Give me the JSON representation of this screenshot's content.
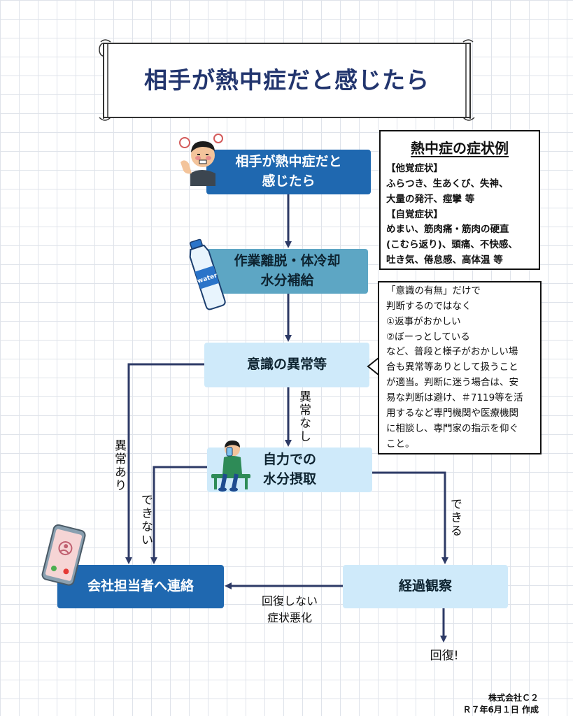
{
  "title": "相手が熱中症だと感じたら",
  "nodes": {
    "start": "相手が熱中症だと\n感じたら",
    "cooling": "作業離脱・体冷却\n水分補給",
    "consciousness": "意識の異常等",
    "self_hydration": "自力での\n水分摂取",
    "contact": "会社担当者へ連絡",
    "observe": "経過観察"
  },
  "edge_labels": {
    "no_abnormality": "異常なし",
    "abnormal": "異常あり",
    "cannot": "できない",
    "can": "できる",
    "not_recovered": "回復しない\n症状悪化",
    "recovered": "回復!"
  },
  "symptoms": {
    "title": "熱中症の症状例",
    "others_heading": "【他覚症状】",
    "others_lines": [
      "ふらつき、生あくび、失神、",
      "大量の発汗、痙攣 等"
    ],
    "self_heading": "【自覚症状】",
    "self_lines": [
      "めまい、筋肉痛・筋肉の硬直",
      "(こむら返り)、頭痛、不快感、",
      "吐き気、倦怠感、高体温 等"
    ]
  },
  "note": {
    "lines": [
      "「意識の有無」だけで",
      "判断するのではなく",
      "①返事がおかしい",
      "②ぼーっとしている",
      "など、普段と様子がおかしい場",
      "合も異常等ありとして扱うこと",
      "が適当。判断に迷う場合は、安",
      "易な判断は避け、＃7119等を活",
      "用するなど専門機関や医療機関",
      "に相談し、専門家の指示を仰ぐ",
      "こと。"
    ]
  },
  "footer": {
    "company": "株式会社Ｃ２",
    "date": "Ｒ７年6月１日 作成"
  },
  "illustrations": {
    "water_bottle_label": "water",
    "icons": [
      "sick-person-icon",
      "water-bottle-icon",
      "seated-drinking-person-icon",
      "smartphone-call-icon"
    ]
  },
  "colors": {
    "dark_box": "#1f68b0",
    "mid_box": "#5da6c4",
    "light_box": "#cfeafa",
    "title_text": "#22356e",
    "arrow": "#2d3a66"
  }
}
